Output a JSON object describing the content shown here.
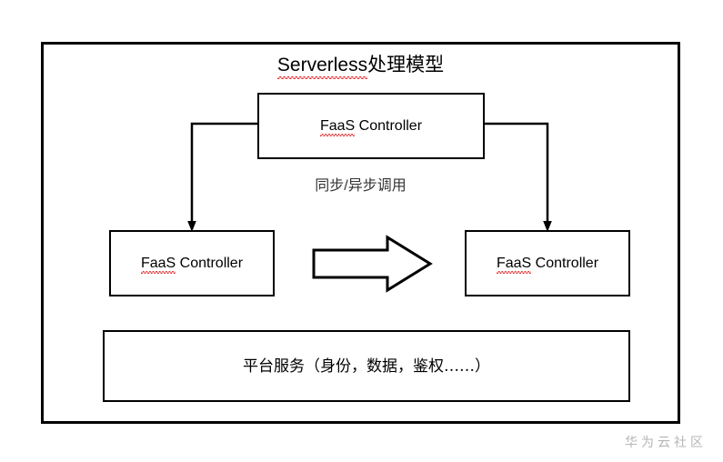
{
  "diagram": {
    "title": {
      "spellchecked_part": "Serverless",
      "rest": "处理模型",
      "full": "Serverless处理模型"
    },
    "nodes": [
      {
        "id": "faas-controller-top",
        "spellchecked_part": "FaaS",
        "rest": " Controller",
        "label": "FaaS Controller"
      },
      {
        "id": "faas-controller-left",
        "spellchecked_part": "FaaS",
        "rest": " Controller",
        "label": "FaaS Controller"
      },
      {
        "id": "faas-controller-right",
        "spellchecked_part": "FaaS",
        "rest": " Controller",
        "label": "FaaS Controller"
      },
      {
        "id": "platform-services",
        "label": "平台服务（身份，数据，鉴权……）"
      }
    ],
    "edge_label": "同步/异步调用",
    "block_arrow": {
      "direction": "right",
      "fill": "#ffffff",
      "stroke": "#000000"
    },
    "colors": {
      "stroke": "#000000",
      "background": "#ffffff",
      "spellcheck_squiggle": "#e03131",
      "watermark": "#b5b5b5",
      "edge_label_text": "#333333"
    }
  },
  "watermark": {
    "text": "华为云社区"
  }
}
